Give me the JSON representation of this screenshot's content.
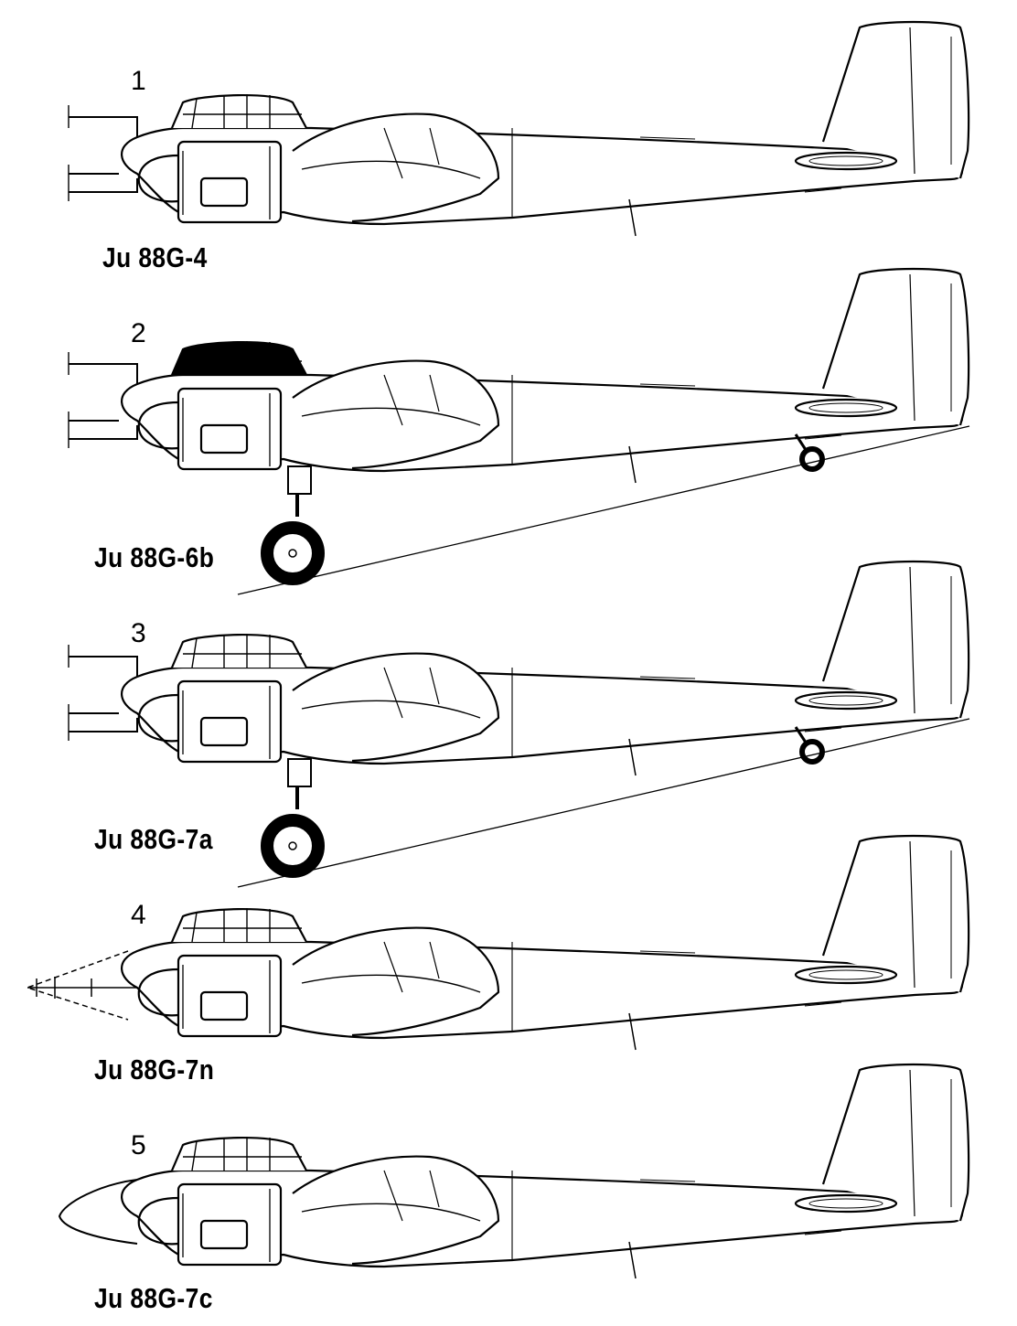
{
  "variants": [
    {
      "number": "1",
      "label": "Ju 88G-4",
      "landing_gear": false,
      "nose_antenna": "lichtenstein"
    },
    {
      "number": "2",
      "label": "Ju 88G-6b",
      "landing_gear": true,
      "nose_antenna": "lichtenstein",
      "canopy_dark": true
    },
    {
      "number": "3",
      "label": "Ju 88G-7a",
      "landing_gear": true,
      "nose_antenna": "lichtenstein"
    },
    {
      "number": "4",
      "label": "Ju 88G-7n",
      "landing_gear": false,
      "nose_antenna": "morgenstern"
    },
    {
      "number": "5",
      "label": "Ju 88G-7c",
      "landing_gear": false,
      "nose_antenna": "none"
    }
  ]
}
